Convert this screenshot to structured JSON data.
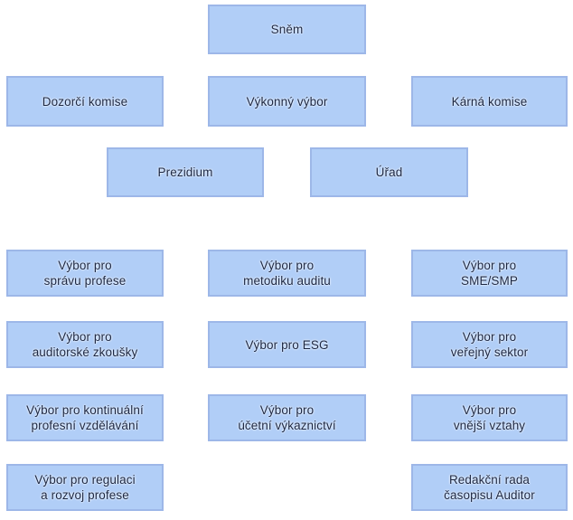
{
  "page": {
    "background_color": "#ffffff"
  },
  "diagram": {
    "type": "org-chart",
    "box_fill_color": "#b1cef7",
    "box_border_color": "#9db7e8",
    "text_color": "#1c2743",
    "nodes": [
      {
        "id": "snem",
        "label": "Sněm",
        "lines": [
          "Sněm"
        ]
      },
      {
        "id": "dozorci-komise",
        "label": "Dozorčí komise",
        "lines": [
          "Dozorčí komise"
        ]
      },
      {
        "id": "vykonny-vybor",
        "label": "Výkonný výbor",
        "lines": [
          "Výkonný výbor"
        ]
      },
      {
        "id": "karna-komise",
        "label": "Kárná komise",
        "lines": [
          "Kárná komise"
        ]
      },
      {
        "id": "prezidium",
        "label": "Prezidium",
        "lines": [
          "Prezidium"
        ]
      },
      {
        "id": "urad",
        "label": "Úřad",
        "lines": [
          "Úřad"
        ]
      },
      {
        "id": "vybor-spravu-profese",
        "label": "Výbor pro správu profese",
        "lines": [
          "Výbor pro",
          "správu profese"
        ]
      },
      {
        "id": "vybor-metodiku-auditu",
        "label": "Výbor pro metodiku auditu",
        "lines": [
          "Výbor pro",
          "metodiku auditu"
        ]
      },
      {
        "id": "vybor-sme-smp",
        "label": "Výbor pro SME/SMP",
        "lines": [
          "Výbor pro",
          "SME/SMP"
        ]
      },
      {
        "id": "vybor-auditorske-zkousky",
        "label": "Výbor pro auditorské zkoušky",
        "lines": [
          "Výbor pro",
          "auditorské zkoušky"
        ]
      },
      {
        "id": "vybor-esg",
        "label": "Výbor pro ESG",
        "lines": [
          "Výbor pro ESG"
        ]
      },
      {
        "id": "vybor-verejny-sektor",
        "label": "Výbor pro veřejný sektor",
        "lines": [
          "Výbor pro",
          "veřejný sektor"
        ]
      },
      {
        "id": "vybor-kontinualni",
        "label": "Výbor pro kontinuální profesní vzdělávání",
        "lines": [
          "Výbor pro kontinuální",
          "profesní vzdělávání"
        ]
      },
      {
        "id": "vybor-ucetni-vykaznictvi",
        "label": "Výbor pro účetní výkaznictví",
        "lines": [
          "Výbor pro",
          "účetní výkaznictví"
        ]
      },
      {
        "id": "vybor-vnejsi-vztahy",
        "label": "Výbor pro vnější vztahy",
        "lines": [
          "Výbor pro",
          "vnější vztahy"
        ]
      },
      {
        "id": "vybor-regulace",
        "label": "Výbor pro regulaci a rozvoj profese",
        "lines": [
          "Výbor pro regulaci",
          "a rozvoj profese"
        ]
      },
      {
        "id": "redakcni-rada",
        "label": "Redakční rada časopisu Auditor",
        "lines": [
          "Redakční rada",
          "časopisu Auditor"
        ]
      }
    ]
  }
}
